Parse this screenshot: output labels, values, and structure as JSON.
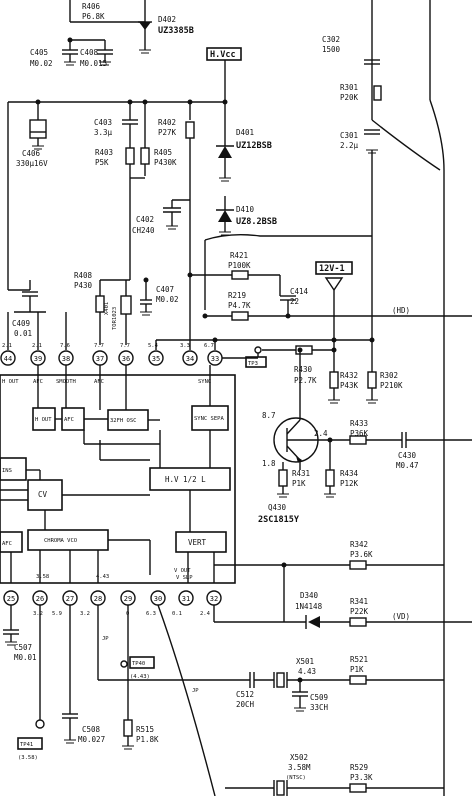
{
  "components": [
    {
      "id": "r406",
      "ref": "R406",
      "value": "P6.8K"
    },
    {
      "id": "d402",
      "ref": "D402",
      "value": "UZ3385B"
    },
    {
      "id": "c405",
      "ref": "C405",
      "value": "M0.02"
    },
    {
      "id": "c408",
      "ref": "C408",
      "value": "M0.015"
    },
    {
      "id": "c302",
      "ref": "C302",
      "value": "1500"
    },
    {
      "id": "r301",
      "ref": "R301",
      "value": "P20K"
    },
    {
      "id": "c301",
      "ref": "C301",
      "value": "2.2µ"
    },
    {
      "id": "c403",
      "ref": "C403",
      "value": "3.3µ"
    },
    {
      "id": "r402",
      "ref": "R402",
      "value": "P27K"
    },
    {
      "id": "d401",
      "ref": "D401",
      "value": "UZ12BSB"
    },
    {
      "id": "r403",
      "ref": "R403",
      "value": "P5K"
    },
    {
      "id": "r405",
      "ref": "R405",
      "value": "P430K"
    },
    {
      "id": "c406",
      "ref": "C406",
      "value": "330µ16V"
    },
    {
      "id": "c402",
      "ref": "C402",
      "value": "CH240"
    },
    {
      "id": "d410",
      "ref": "D410",
      "value": "UZ8.2BSB"
    },
    {
      "id": "r421",
      "ref": "R421",
      "value": "P100K"
    },
    {
      "id": "r408",
      "ref": "R408",
      "value": "P430"
    },
    {
      "id": "x401",
      "ref": "X401",
      "value": "TOR1023"
    },
    {
      "id": "c407",
      "ref": "C407",
      "value": "M0.02"
    },
    {
      "id": "r219",
      "ref": "R219",
      "value": "P4.7K"
    },
    {
      "id": "c414",
      "ref": "C414",
      "value": "22"
    },
    {
      "id": "c409",
      "ref": "C409",
      "value": "0.01"
    },
    {
      "id": "r430",
      "ref": "R430",
      "value": "P2.7K"
    },
    {
      "id": "r432",
      "ref": "R432",
      "value": "P43K"
    },
    {
      "id": "r302",
      "ref": "R302",
      "value": "P210K"
    },
    {
      "id": "r433",
      "ref": "R433",
      "value": "P36K"
    },
    {
      "id": "c430",
      "ref": "C430",
      "value": "M0.47"
    },
    {
      "id": "r431",
      "ref": "R431",
      "value": "P1K"
    },
    {
      "id": "r434",
      "ref": "R434",
      "value": "P12K"
    },
    {
      "id": "q430",
      "ref": "Q430",
      "value": "2SC1815Y"
    },
    {
      "id": "r342",
      "ref": "R342",
      "value": "P3.6K"
    },
    {
      "id": "d340",
      "ref": "D340",
      "value": "1N4148"
    },
    {
      "id": "r341",
      "ref": "R341",
      "value": "P22K"
    },
    {
      "id": "x501",
      "ref": "X501",
      "value": "4.43"
    },
    {
      "id": "r521",
      "ref": "R521",
      "value": "P1K"
    },
    {
      "id": "c507",
      "ref": "C507",
      "value": "M0.01"
    },
    {
      "id": "c512",
      "ref": "C512",
      "value": "20CH"
    },
    {
      "id": "c509",
      "ref": "C509",
      "value": "33CH"
    },
    {
      "id": "c508",
      "ref": "C508",
      "value": "M0.027"
    },
    {
      "id": "r515",
      "ref": "R515",
      "value": "P1.8K"
    },
    {
      "id": "x502",
      "ref": "X502",
      "value": "3.58M"
    },
    {
      "id": "r529",
      "ref": "R529",
      "value": "P3.3K"
    }
  ],
  "supplies": {
    "hvcc": "H.Vcc",
    "v12": "12V-1"
  },
  "signals": {
    "hd": "(HD)",
    "vd": "(VD)",
    "jp1": "JP",
    "jp2": "JP",
    "x502_std": "(NTSC)"
  },
  "testpoints": [
    {
      "id": "tp40",
      "label": "TP40",
      "value": "(4.43)"
    },
    {
      "id": "tp41",
      "label": "TP41",
      "value": "(3.58)"
    },
    {
      "id": "tp3",
      "label": "TP3",
      "value": ""
    }
  ],
  "ic": {
    "blocks": [
      {
        "id": "hout",
        "label": "H OUT"
      },
      {
        "id": "afc",
        "label": "AFC"
      },
      {
        "id": "osc",
        "label": "32FH OSC"
      },
      {
        "id": "sync",
        "label": "SYNC SEPA"
      },
      {
        "id": "hvl",
        "label": "H.V 1/2 L"
      },
      {
        "id": "cv",
        "label": "CV"
      },
      {
        "id": "chroma",
        "label": "CHROMA VCO"
      },
      {
        "id": "vert",
        "label": "VERT"
      },
      {
        "id": "afc2",
        "label": "AFC"
      },
      {
        "id": "ins",
        "label": "INS"
      }
    ],
    "top_pins": [
      {
        "num": "44",
        "voltage": "2.1"
      },
      {
        "num": "39",
        "voltage": "2.1"
      },
      {
        "num": "38",
        "voltage": "7.6"
      },
      {
        "num": "37",
        "voltage": "7.7"
      },
      {
        "num": "36",
        "voltage": "7.7"
      },
      {
        "num": "35",
        "voltage": "5.4"
      },
      {
        "num": "34",
        "voltage": "3.3"
      },
      {
        "num": "33",
        "voltage": "6.7"
      }
    ],
    "top_pin_labels": [
      "H OUT",
      "AFC",
      "SMOOTH",
      "AFC",
      "",
      "",
      "",
      "SYNC"
    ],
    "bottom_pins": [
      {
        "num": "25",
        "voltage": ""
      },
      {
        "num": "26",
        "voltage": "3.2"
      },
      {
        "num": "27",
        "voltage": "5.9"
      },
      {
        "num": "28",
        "voltage": "3.2"
      },
      {
        "num": "29",
        "voltage": "0"
      },
      {
        "num": "30",
        "voltage": "6.3"
      },
      {
        "num": "31",
        "voltage": "0.1"
      },
      {
        "num": "32",
        "voltage": "2.4"
      }
    ],
    "bottom_pin_labels": [
      "",
      "3.58",
      "",
      "4.43",
      "",
      "",
      "V OUT",
      "V SLP"
    ]
  },
  "transistor_voltages": {
    "collector": "8.7",
    "emitter": "1.8",
    "base": "2.4"
  }
}
